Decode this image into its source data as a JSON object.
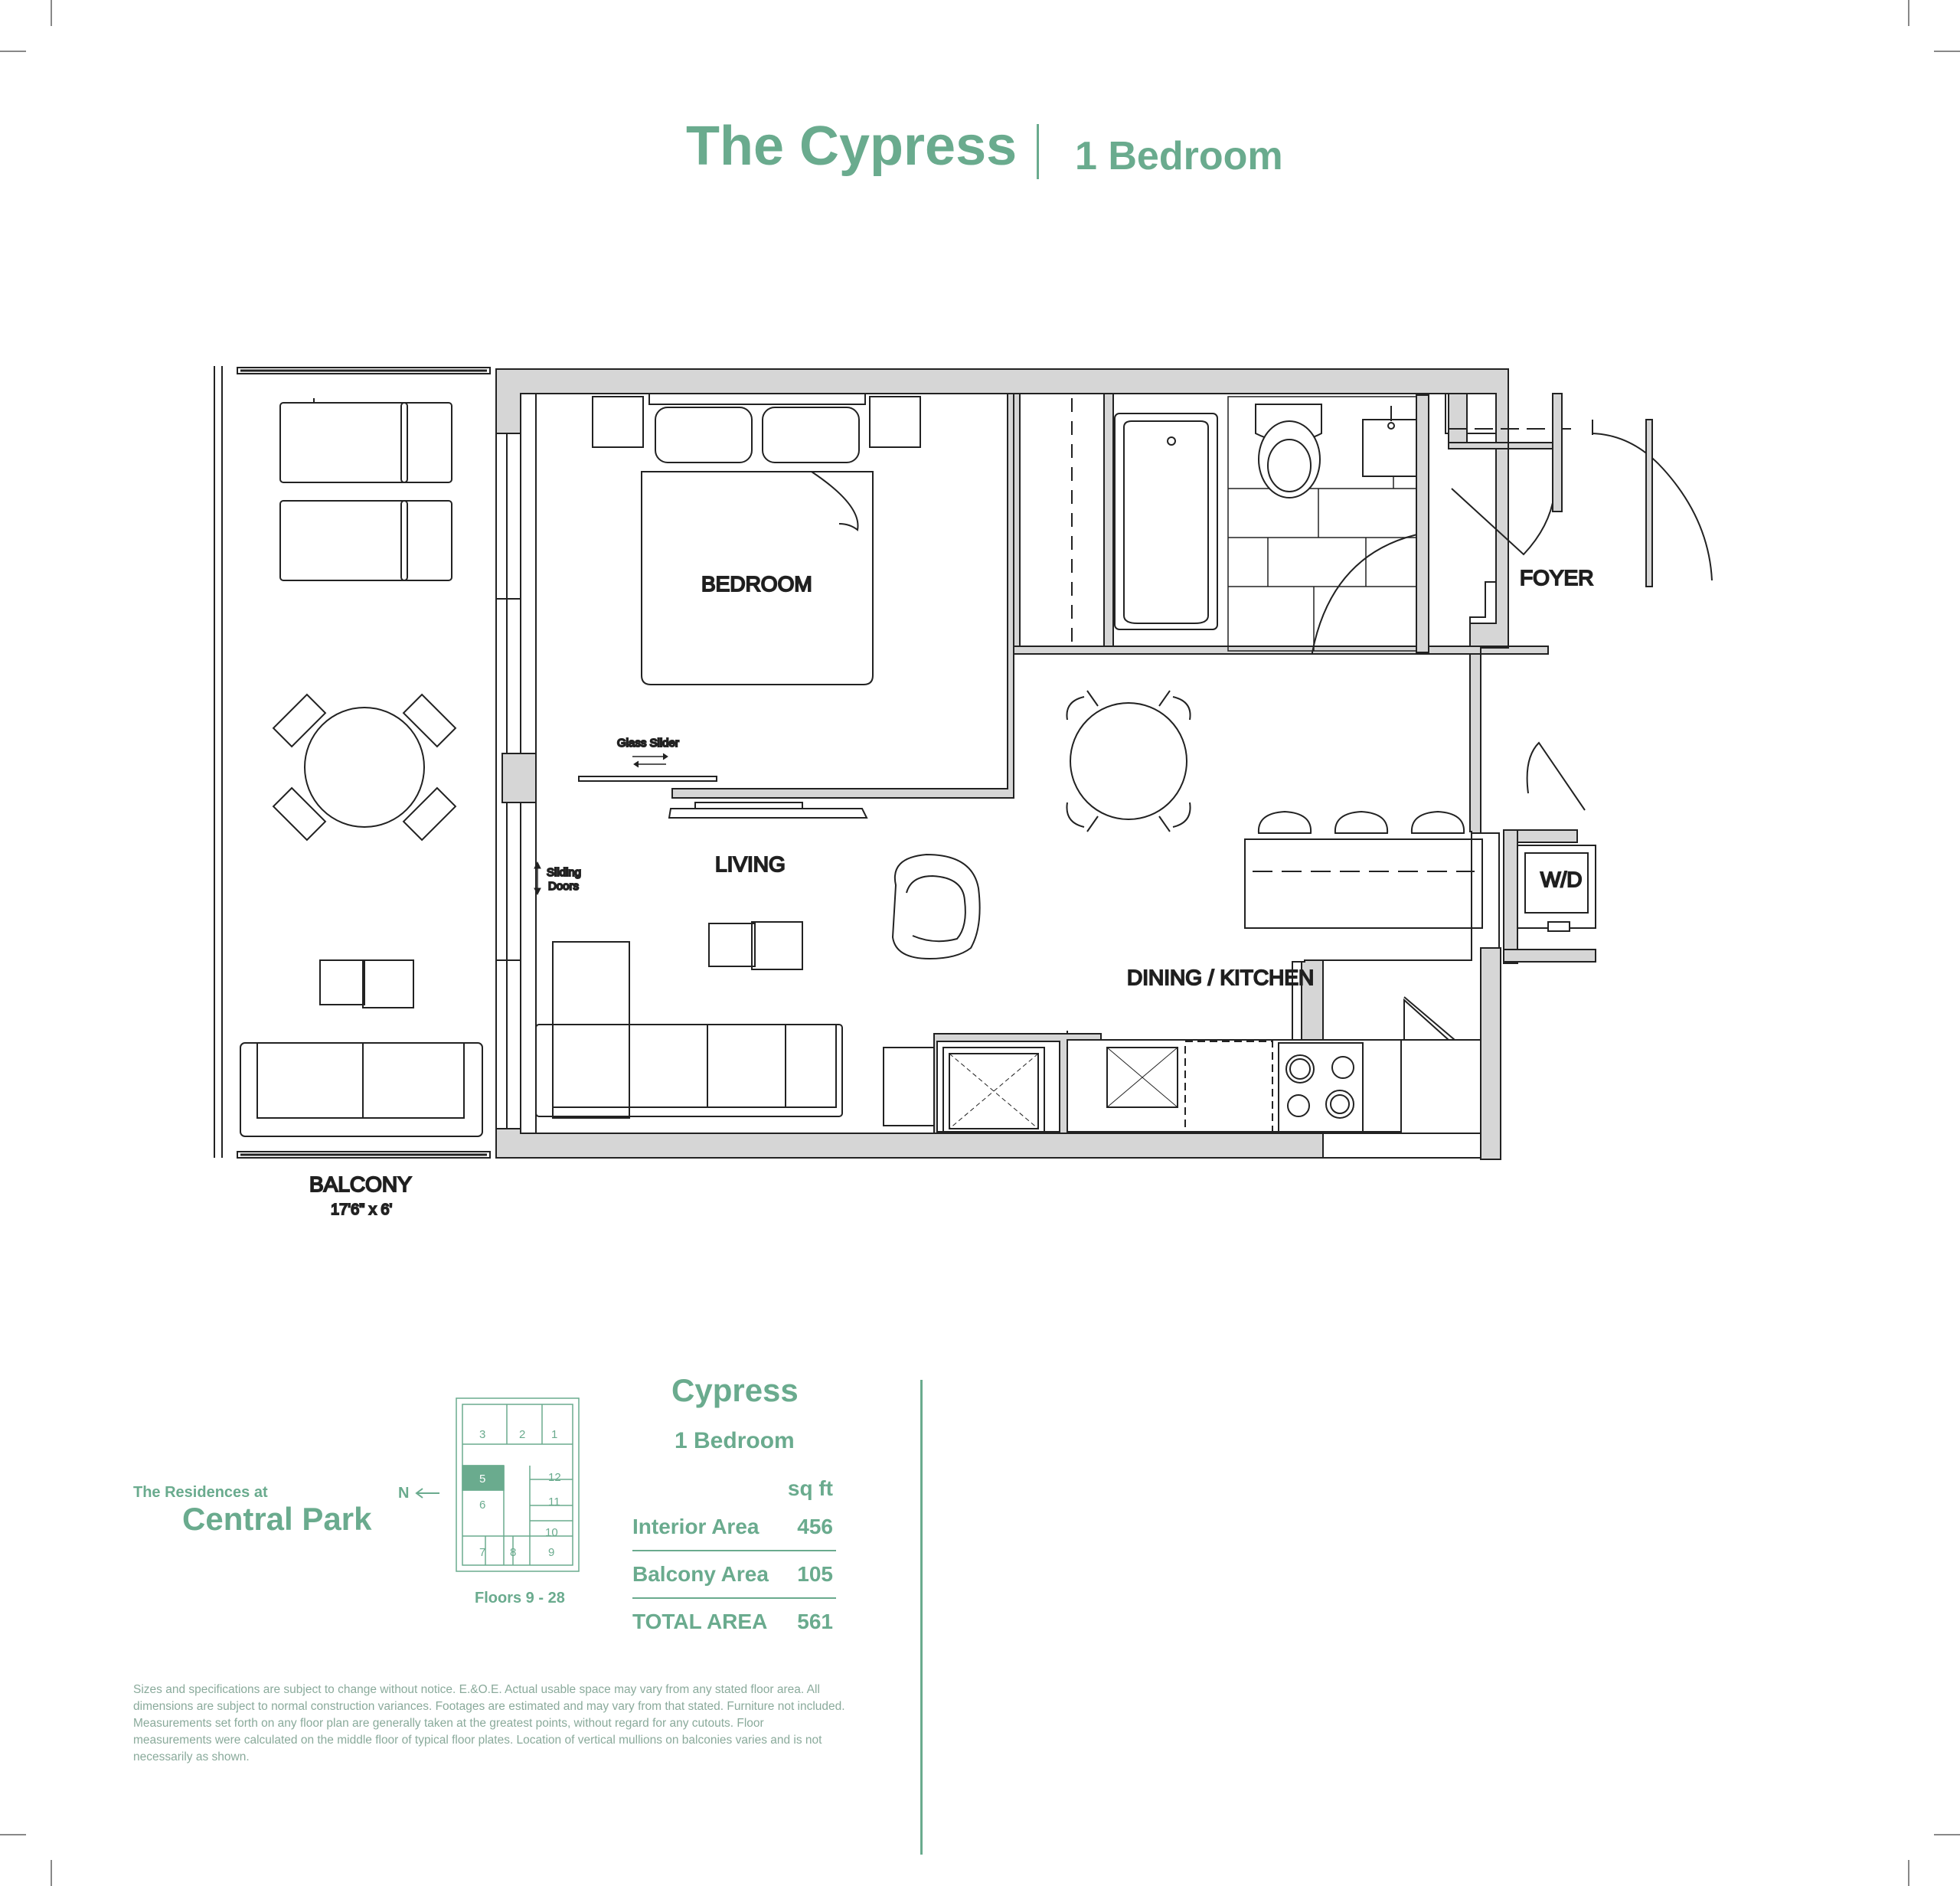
{
  "header": {
    "title": "The Cypress",
    "subtitle": "1 Bedroom"
  },
  "plan": {
    "rooms": {
      "bedroom": "BEDROOM",
      "living": "LIVING",
      "dining_kitchen": "DINING / KITCHEN",
      "foyer": "FOYER",
      "wd": "W/D",
      "balcony": "BALCONY"
    },
    "balcony_dimensions": "17'6\" x 6'",
    "notes": {
      "glass_slider": "Glass Slider",
      "sliding": "Sliding",
      "doors": "Doors"
    }
  },
  "brand": {
    "line1": "The Residences at",
    "line2": "Central Park"
  },
  "keyplan": {
    "north": "N",
    "units": [
      "1",
      "2",
      "3",
      "5",
      "6",
      "7",
      "8",
      "9",
      "10",
      "11",
      "12"
    ],
    "highlighted_unit": "5",
    "floors": "Floors 9 - 28"
  },
  "unit_summary": {
    "name": "Cypress",
    "type": "1 Bedroom",
    "unit_header": "sq ft",
    "rows": [
      {
        "label": "Interior Area",
        "value": "456"
      },
      {
        "label": "Balcony Area",
        "value": "105"
      },
      {
        "label": "TOTAL AREA",
        "value": "561"
      }
    ]
  },
  "disclaimer": "Sizes and specifications are subject to change without notice. E.&O.E. Actual usable space may vary from any stated floor area. All dimensions are subject to normal construction variances. Footages are estimated and may vary from that stated. Furniture not included. Measurements set forth on any floor plan are generally taken at the greatest points, without regard for any cutouts. Floor measurements were calculated on the middle floor of typical floor plates. Location of vertical mullions on balconies varies and is not necessarily as shown.",
  "colors": {
    "accent": "#6aab8e",
    "wall": "#d6d6d6",
    "line": "#222222"
  }
}
